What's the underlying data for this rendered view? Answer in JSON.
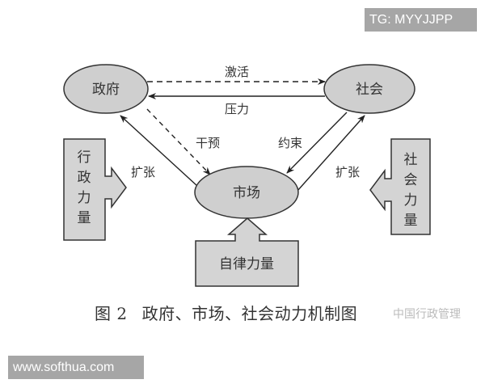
{
  "watermarks": {
    "top_right": "TG: MYYJJPP",
    "bottom_left": "www.softhua.com",
    "caption_overlay": "中国行政管理"
  },
  "colors": {
    "node_fill": "#cfcfcf",
    "node_stroke": "#333333",
    "box_fill": "#d4d4d4",
    "line": "#222222",
    "watermark_bg": "#a6a6a6"
  },
  "nodes": {
    "government": "政府",
    "society": "社会",
    "market": "市场"
  },
  "edges": {
    "activate": "激活",
    "pressure": "压力",
    "intervene": "干预",
    "constrain": "约束",
    "expand_left": "扩张",
    "expand_right": "扩张"
  },
  "forces": {
    "administrative": [
      "行",
      "政",
      "力",
      "量"
    ],
    "social": [
      "社",
      "会",
      "力",
      "量"
    ],
    "self_discipline": "自律力量"
  },
  "caption": {
    "figure_number": "图 2",
    "title": "政府、市场、社会动力机制图"
  }
}
